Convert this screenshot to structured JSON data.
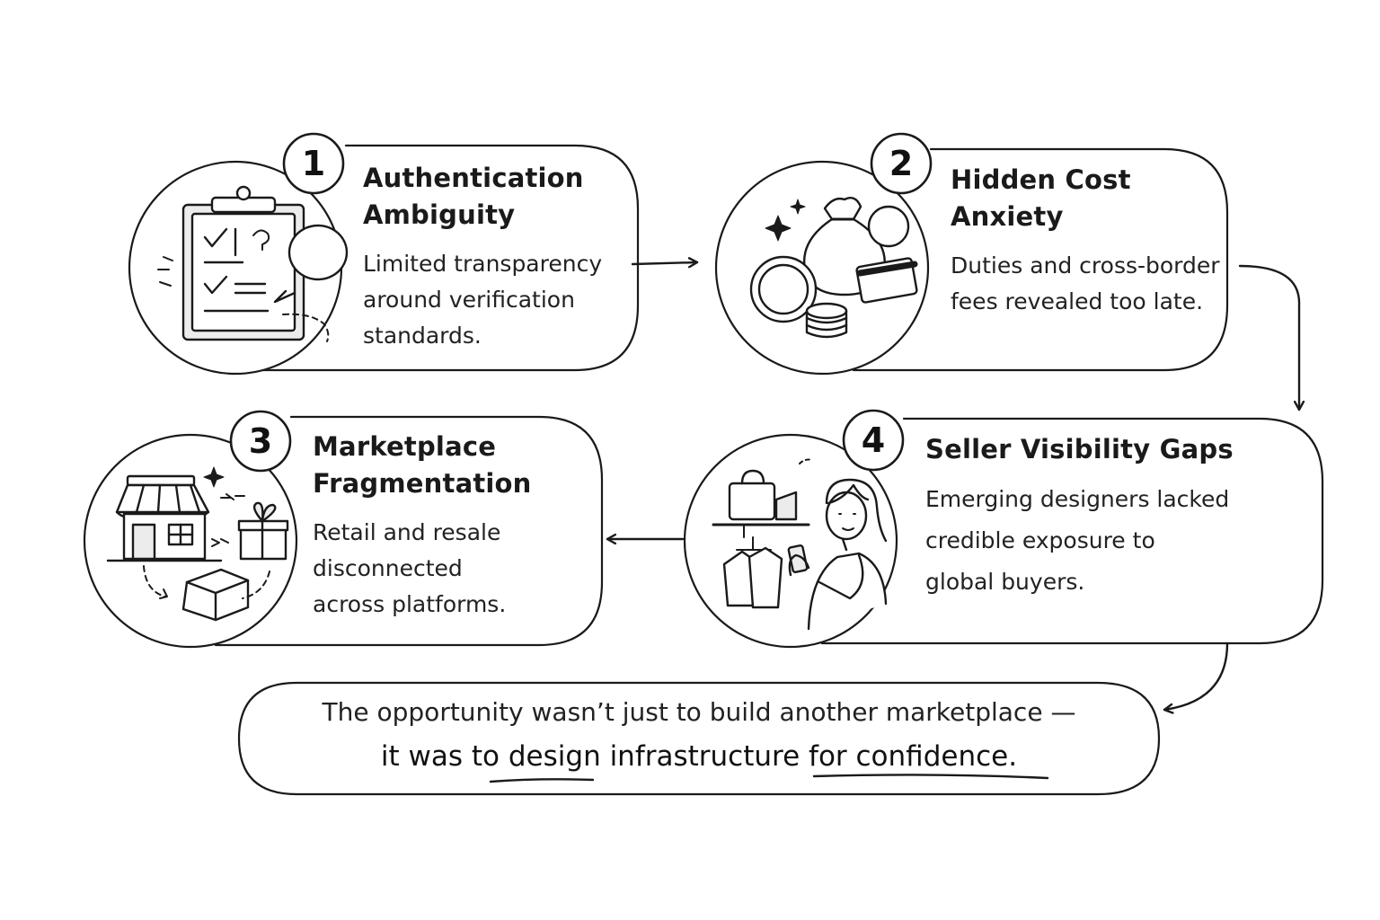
{
  "steps": [
    {
      "number": "1",
      "title": "Authentication\nAmbiguity",
      "description": "Limited transparency\naround verification\nstandards."
    },
    {
      "number": "2",
      "title": "Hidden Cost\nAnxiety",
      "description": "Duties and cross-border\nfees revealed too late."
    },
    {
      "number": "3",
      "title": "Marketplace\nFragmentation",
      "description": "Retail and resale\ndisconnected\nacross platforms."
    },
    {
      "number": "4",
      "title": "Seller Visibility Gaps",
      "description": "Emerging designers lacked\ncredible exposure to\nglobal buyers."
    }
  ],
  "conclusion": {
    "line1": "The opportunity wasn’t just to build another marketplace —",
    "line2_prefix": "it was to ",
    "line2_emphasis1": "design",
    "line2_middle": " infrastructure ",
    "line2_emphasis2": "for confidence."
  },
  "icons": {
    "step1": "clipboard-checklist-question-icon",
    "step2": "money-bag-coins-card-icon",
    "step3": "storefront-gift-box-icon",
    "step4": "shopper-phone-clothing-rack-icon"
  },
  "colors": {
    "ink": "#1a1a1a",
    "background": "#ffffff",
    "shade": "#e6e6e6"
  }
}
